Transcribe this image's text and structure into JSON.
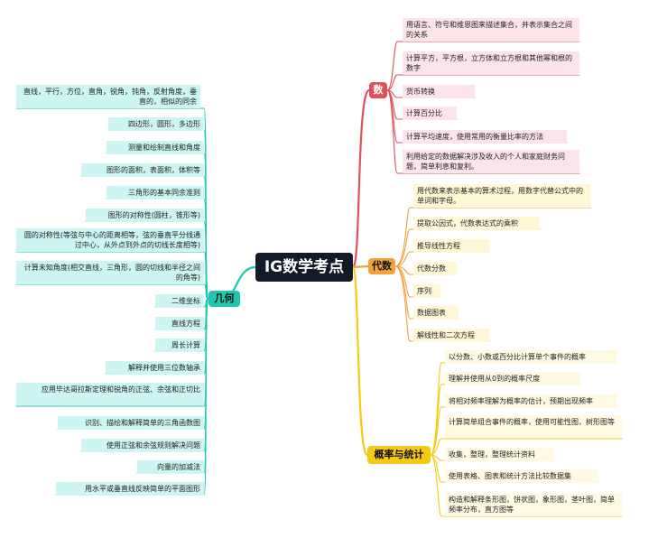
{
  "center": {
    "title": "IG数学考点"
  },
  "colors": {
    "geometry": "#20c6ae",
    "number": "#e0505a",
    "algebra": "#f2a23c",
    "probability": "#f6c915"
  },
  "branches": {
    "geometry": {
      "label": "几何",
      "items": [
        "直线，平行，方位，直角，锐角，钝角，反射角度，垂直的，相似的同余",
        "四边形，圆形，多边形",
        "测量和绘制直线和角度",
        "图形的面积，表面积，体积等",
        "三角形的基本同余准则",
        "图形的对称性(圆柱，锥形等)",
        "圆的对称性(等弦与中心的距离相等，弦的垂直平分线通过中心，从外点到外点的切线长度相等)",
        "计算未知角度(相交直线，三角形，圆的切线和半径之间的角等)",
        "二维坐标",
        "直线方程",
        "周长计算",
        "解释并使用三位数轴承",
        "应用毕达哥拉斯定理和锐角的正弦、余弦和正切比",
        "识别、描绘和解释简单的三角函数图",
        "使用正弦和余弦规则解决问题",
        "向量的加减法",
        "用水平或垂直线反映简单的平面图形"
      ]
    },
    "number": {
      "label": "数",
      "items": [
        "用语言、符号和维恩图来描述集合，并表示集合之间的关系",
        "计算平方，平方根，立方体和立方根和其他幂和根的数字",
        "货币转换",
        "计算百分比",
        "计算平均速度，使用常用的衡量比率的方法",
        "利用给定的数据解决涉及收入的个人和家庭财务问题，简单利息和复利。"
      ]
    },
    "algebra": {
      "label": "代数",
      "items": [
        "用代数来表示基本的算术过程，用数字代替公式中的单词和字母。",
        "提取公因式，代数表达式的乘积",
        "推导线性方程",
        "代数分数",
        "序列",
        "数据图表",
        "解线性和二次方程"
      ]
    },
    "probability": {
      "label": "概率与统计",
      "items": [
        "以分数、小数或百分比计算单个事件的概率",
        "理解并使用从0到的概率尺度",
        "将相对频率理解为概率的估计，预期出现频率",
        "计算简单组合事件的概率，使用可能性图，树形图等",
        "收集，整理，整理统计资料",
        "使用表格、图表和统计方法比较数据集",
        "构造和解释条形图，饼状图，象形图，茎叶图，简单频率分布，直方图等"
      ]
    }
  }
}
